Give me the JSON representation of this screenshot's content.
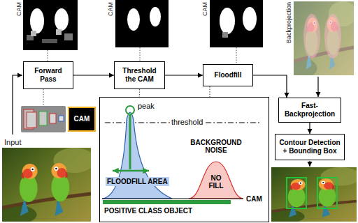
{
  "diagram": {
    "nodes": [
      {
        "text": [
          "Forward Pass"
        ]
      },
      {
        "text": [
          "Threshold the CAM"
        ]
      },
      {
        "text": [
          "Floodfill"
        ]
      },
      {
        "text": [
          "Fast-Backprojection"
        ]
      },
      {
        "text": [
          "CAM"
        ]
      },
      {
        "text": [
          "peak",
          "threshold",
          "BACKGROUND NOISE",
          "NO FILL",
          "FLOODFILL AREA",
          "POSITIVE CLASS OBJECT",
          "CAM"
        ]
      },
      {
        "text": [
          "Contour Detection + Bounding Box"
        ]
      }
    ],
    "edges": [
      {
        "from": 0,
        "to": 1,
        "arrow": "to"
      },
      {
        "from": 1,
        "to": 2,
        "arrow": "to"
      },
      {
        "from": 2,
        "to": 3,
        "arrow": "to"
      },
      {
        "from": 3,
        "to": 6,
        "arrow": "to"
      },
      {
        "from": 1,
        "to": 5,
        "arrow": "none"
      },
      {
        "from": 2,
        "to": 5,
        "arrow": "none"
      }
    ],
    "labels": [
      "CAM",
      "CAM",
      "CAM",
      "Backprojection",
      "Input"
    ]
  }
}
